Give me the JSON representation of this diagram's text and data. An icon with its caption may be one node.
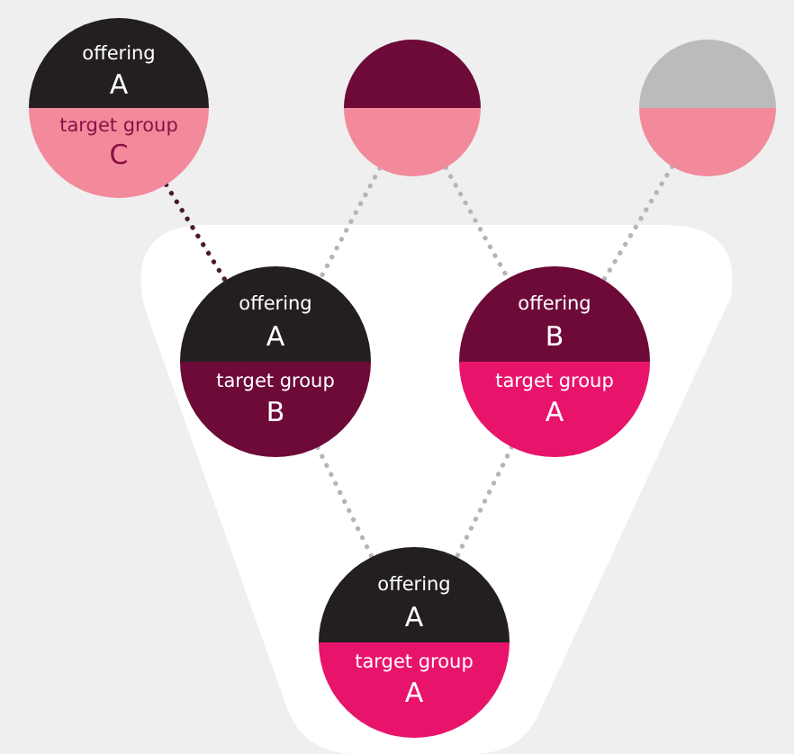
{
  "diagram": {
    "nodes": [
      {
        "text": [
          "offering",
          "A",
          "target group",
          "C"
        ]
      },
      {
        "text": [],
        "shape": "circle"
      },
      {
        "text": [],
        "shape": "circle"
      },
      {
        "text": [
          "offering",
          "A",
          "target group",
          "B"
        ]
      },
      {
        "text": [
          "offering",
          "B",
          "target group",
          "A"
        ]
      },
      {
        "text": [
          "offering",
          "A",
          "target group",
          "A"
        ]
      }
    ],
    "edges": [
      {
        "from": 0,
        "to": 3,
        "arrow": "none",
        "style": "dashed",
        "color": "#4a1a2c"
      },
      {
        "from": 1,
        "to": 3,
        "arrow": "none",
        "style": "dashed"
      },
      {
        "from": 1,
        "to": 4,
        "arrow": "none",
        "style": "dashed"
      },
      {
        "from": 2,
        "to": 4,
        "arrow": "none",
        "style": "dashed"
      },
      {
        "from": 3,
        "to": 5,
        "arrow": "none",
        "style": "dashed"
      },
      {
        "from": 4,
        "to": 5,
        "arrow": "none",
        "style": "dashed"
      }
    ]
  }
}
